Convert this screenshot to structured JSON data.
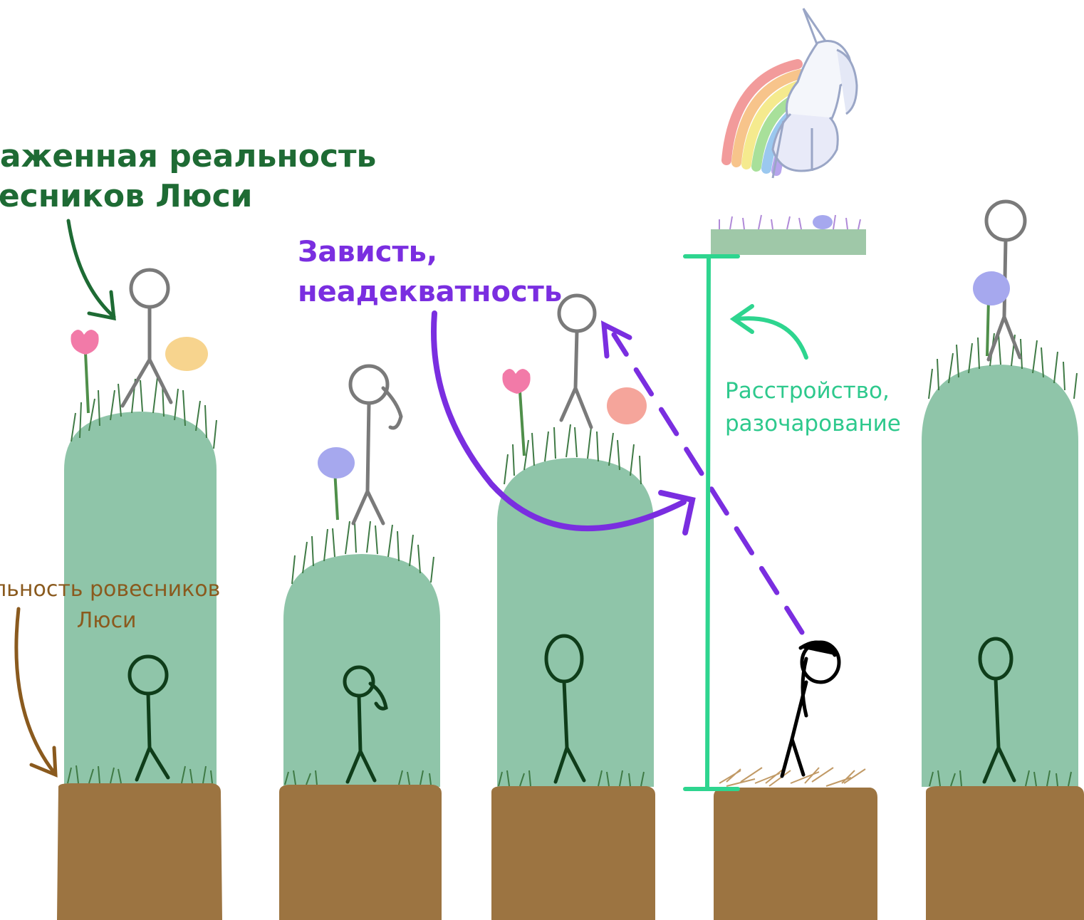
{
  "labels": {
    "distorted_reality": {
      "line1": "каженная реальность",
      "line2": "весников Люси"
    },
    "peers_reality": {
      "line1": "льность ровесников",
      "line2": "Люси"
    },
    "envy": {
      "line1": "Зависть,",
      "line2": "неадекватность"
    },
    "frustration": {
      "line1": "Расстройство,",
      "line2": "разочарование"
    }
  },
  "colors": {
    "dirt": "#9c7441",
    "pillar": "#8fc5a9",
    "grass": "#3f7a45",
    "stickman_real": "#0f3d1a",
    "stickman_projected": "#7a7a7a",
    "lucy": "#000000",
    "envy_arrow": "#7a2ee0",
    "frustration_gauge": "#2ed58f",
    "distorted_arrow": "#1e6b34",
    "reality_arrow": "#8a5a1e",
    "flower_pink": "#f27aa8",
    "flower_yellow": "#f7d48e",
    "flower_blue": "#a6a8ee",
    "flower_salmon": "#f5a59b",
    "rainbow": [
      "#f29b9b",
      "#f7c48b",
      "#f5ea8e",
      "#a8e09a",
      "#9bc8ef",
      "#b6a4ec"
    ]
  }
}
